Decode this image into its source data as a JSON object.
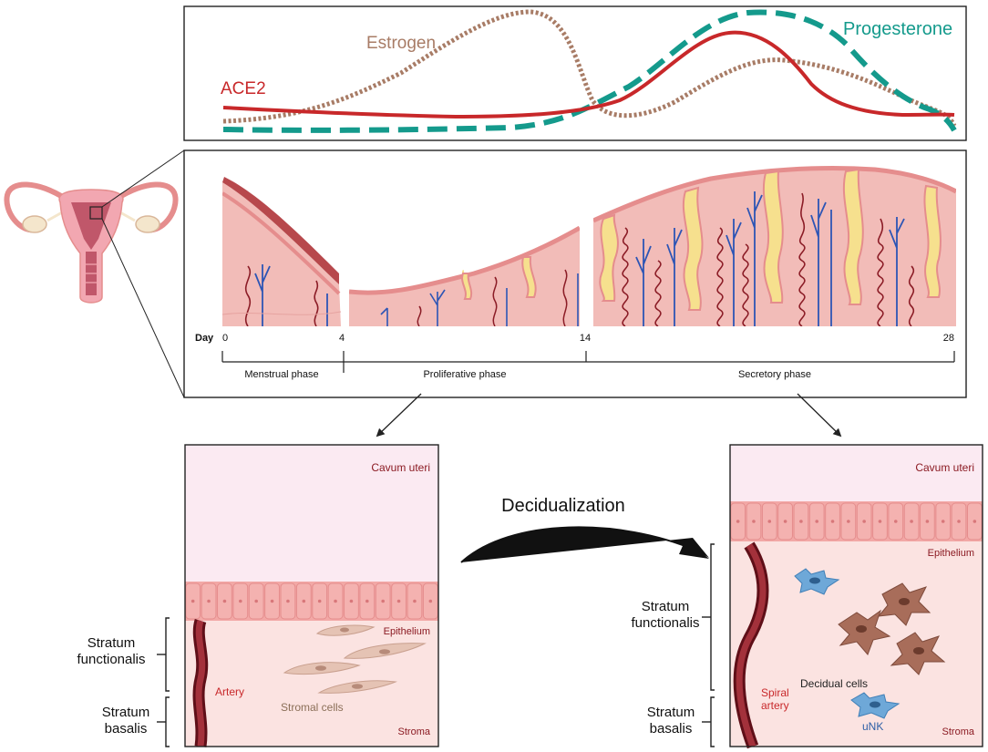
{
  "hormone_chart": {
    "estrogen": {
      "label": "Estrogen",
      "color": "#a87c66"
    },
    "progesterone": {
      "label": "Progesterone",
      "color": "#149a8c"
    },
    "ace2": {
      "label": "ACE2",
      "color": "#c8282a"
    }
  },
  "cycle": {
    "day_label": "Day",
    "ticks": [
      "0",
      "4",
      "14",
      "28"
    ],
    "phases": [
      "Menstrual phase",
      "Proliferative phase",
      "Secretory phase"
    ]
  },
  "left_panel": {
    "cavum": "Cavum uteri",
    "epithelium": "Epithelium",
    "artery": "Artery",
    "stromal": "Stromal cells",
    "stroma": "Stroma"
  },
  "right_panel": {
    "cavum": "Cavum uteri",
    "epithelium": "Epithelium",
    "decidual": "Decidual cells",
    "spiral_line1": "Spiral",
    "spiral_line2": "artery",
    "unk": "uNK",
    "stroma": "Stroma"
  },
  "layers": {
    "functionalis_line1": "Stratum",
    "functionalis_line2": "functionalis",
    "basalis_line1": "Stratum",
    "basalis_line2": "basalis"
  },
  "process": {
    "label": "Decidualization"
  },
  "colors": {
    "tissue": "#f2bcb8",
    "tissue_dark": "#e58d8d",
    "cavity": "#fbeaf2",
    "stroma_bg": "#fbe3e1",
    "epithelium": "#f4a6a3",
    "artery": "#8b1c26",
    "vein": "#2d55b5",
    "gland": "#f6e08e",
    "label_red": "#8b1a22"
  }
}
